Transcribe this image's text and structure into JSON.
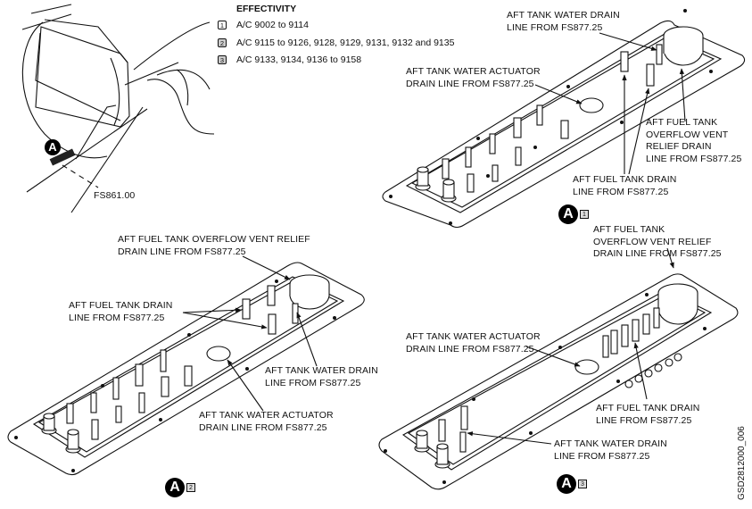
{
  "effectivity": {
    "title": "EFFECTIVITY",
    "items": [
      {
        "marker": "1",
        "text": "A/C 9002 to 9114"
      },
      {
        "marker": "2",
        "text": "A/C 9115 to 9126, 9128, 9129, 9131, 9132 and 9135"
      },
      {
        "marker": "3",
        "text": "A/C 9133, 9134, 9136 to 9158"
      }
    ]
  },
  "locator": {
    "detail_letter": "A",
    "station_label": "FS861.00"
  },
  "view1": {
    "badge_letter": "A",
    "badge_marker": "1",
    "labels": {
      "water_drain": [
        "AFT TANK WATER DRAIN",
        "LINE FROM FS877.25"
      ],
      "water_actuator": [
        "AFT TANK WATER ACTUATOR",
        "DRAIN LINE FROM FS877.25"
      ],
      "overflow_vent": [
        "AFT FUEL TANK",
        "OVERFLOW VENT",
        "RELIEF DRAIN",
        "LINE FROM FS877.25"
      ],
      "fuel_drain": [
        "AFT FUEL TANK DRAIN",
        "LINE FROM FS877.25"
      ]
    }
  },
  "view2": {
    "badge_letter": "A",
    "badge_marker": "2",
    "labels": {
      "overflow_vent": [
        "AFT FUEL TANK OVERFLOW VENT RELIEF",
        "DRAIN LINE FROM FS877.25"
      ],
      "fuel_drain": [
        "AFT FUEL TANK DRAIN",
        "LINE FROM FS877.25"
      ],
      "water_drain": [
        "AFT TANK WATER DRAIN",
        "LINE FROM FS877.25"
      ],
      "water_actuator": [
        "AFT TANK WATER ACTUATOR",
        "DRAIN LINE FROM FS877.25"
      ]
    }
  },
  "view3": {
    "badge_letter": "A",
    "badge_marker": "3",
    "labels": {
      "overflow_vent": [
        "AFT FUEL TANK",
        "OVERFLOW VENT RELIEF",
        "DRAIN LINE FROM FS877.25"
      ],
      "water_actuator": [
        "AFT TANK WATER ACTUATOR",
        "DRAIN LINE FROM FS877.25"
      ],
      "fuel_drain": [
        "AFT FUEL TANK DRAIN",
        "LINE FROM FS877.25"
      ],
      "water_drain": [
        "AFT TANK WATER DRAIN",
        "LINE FROM FS877.25"
      ]
    }
  },
  "figure_id": "GSD2812000_006"
}
